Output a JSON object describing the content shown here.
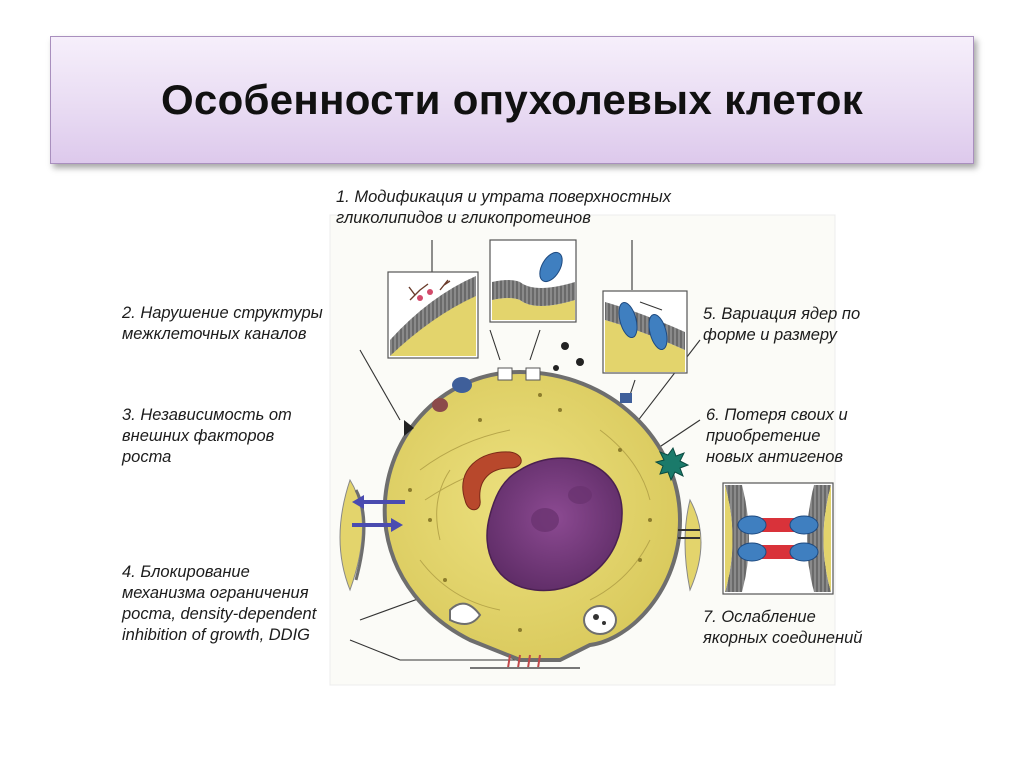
{
  "title": "Особенности опухолевых клеток",
  "labels": {
    "l1": [
      "1. Модификация и утрата поверхностных",
      "гликолипидов и гликопротеинов"
    ],
    "l2": [
      "2. Нарушение структуры",
      "межклеточных каналов"
    ],
    "l3": [
      "3. Независимость от",
      "внешних факторов",
      "роста"
    ],
    "l4": [
      "4. Блокирование",
      "механизма ограничения",
      "роста, density-dependent",
      "inhibition of growth, DDIG"
    ],
    "l5": [
      "5. Вариация ядер по",
      "форме и размеру"
    ],
    "l6": [
      "6. Потеря своих  и",
      "приобретение",
      "новых антигенов"
    ],
    "l7": [
      "7. Ослабление",
      "якорных соединений"
    ]
  },
  "colors": {
    "cytoplasm": "#e3d46c",
    "nucleus": "#7a3f80",
    "membrane": "#6e6e6e",
    "protein": "#3f7fc0",
    "junction": "#d9323a",
    "arrow": "#4a4bb0",
    "mitochondrion": "#b8482c"
  }
}
